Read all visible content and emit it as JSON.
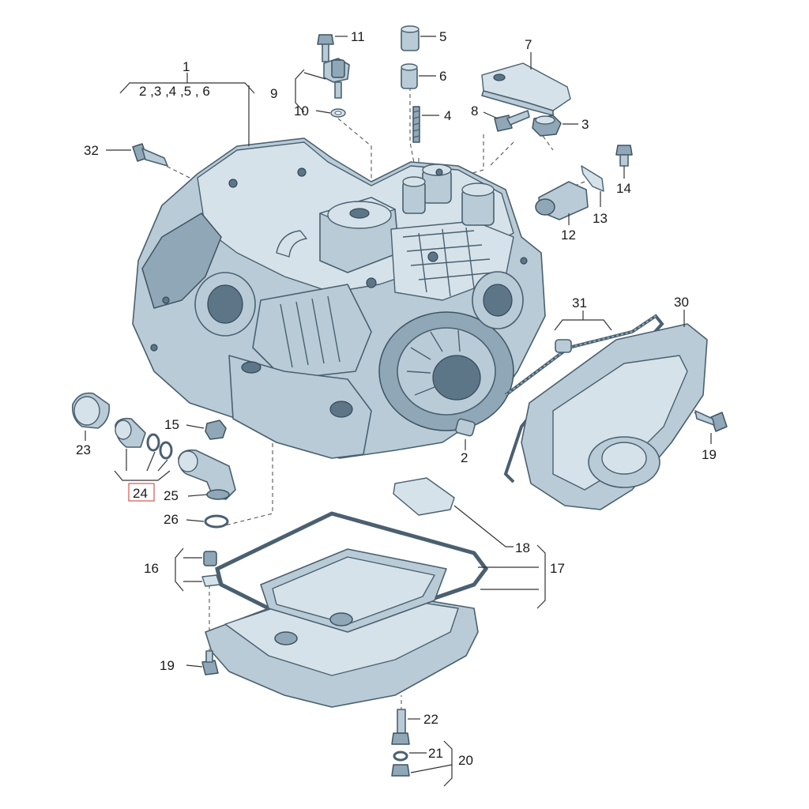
{
  "diagram": {
    "labels": {
      "l1": "1",
      "l2345": "2 ,3 ,4 ,5 , 6",
      "l2": "2",
      "l3": "3",
      "l4": "4",
      "l5": "5",
      "l6": "6",
      "l7": "7",
      "l8": "8",
      "l9": "9",
      "l10": "10",
      "l11": "11",
      "l12": "12",
      "l13": "13",
      "l14": "14",
      "l15": "15",
      "l16": "16",
      "l17": "17",
      "l18": "18",
      "l19a": "19",
      "l19b": "19",
      "l20": "20",
      "l21": "21",
      "l22": "22",
      "l23": "23",
      "l24": "24",
      "l25": "25",
      "l26": "26",
      "l30": "30",
      "l31": "31",
      "l32": "32"
    },
    "colors": {
      "part_fill": "#b9cbd6",
      "part_stroke": "#4a6070",
      "highlight_box": "#d9534f"
    }
  }
}
